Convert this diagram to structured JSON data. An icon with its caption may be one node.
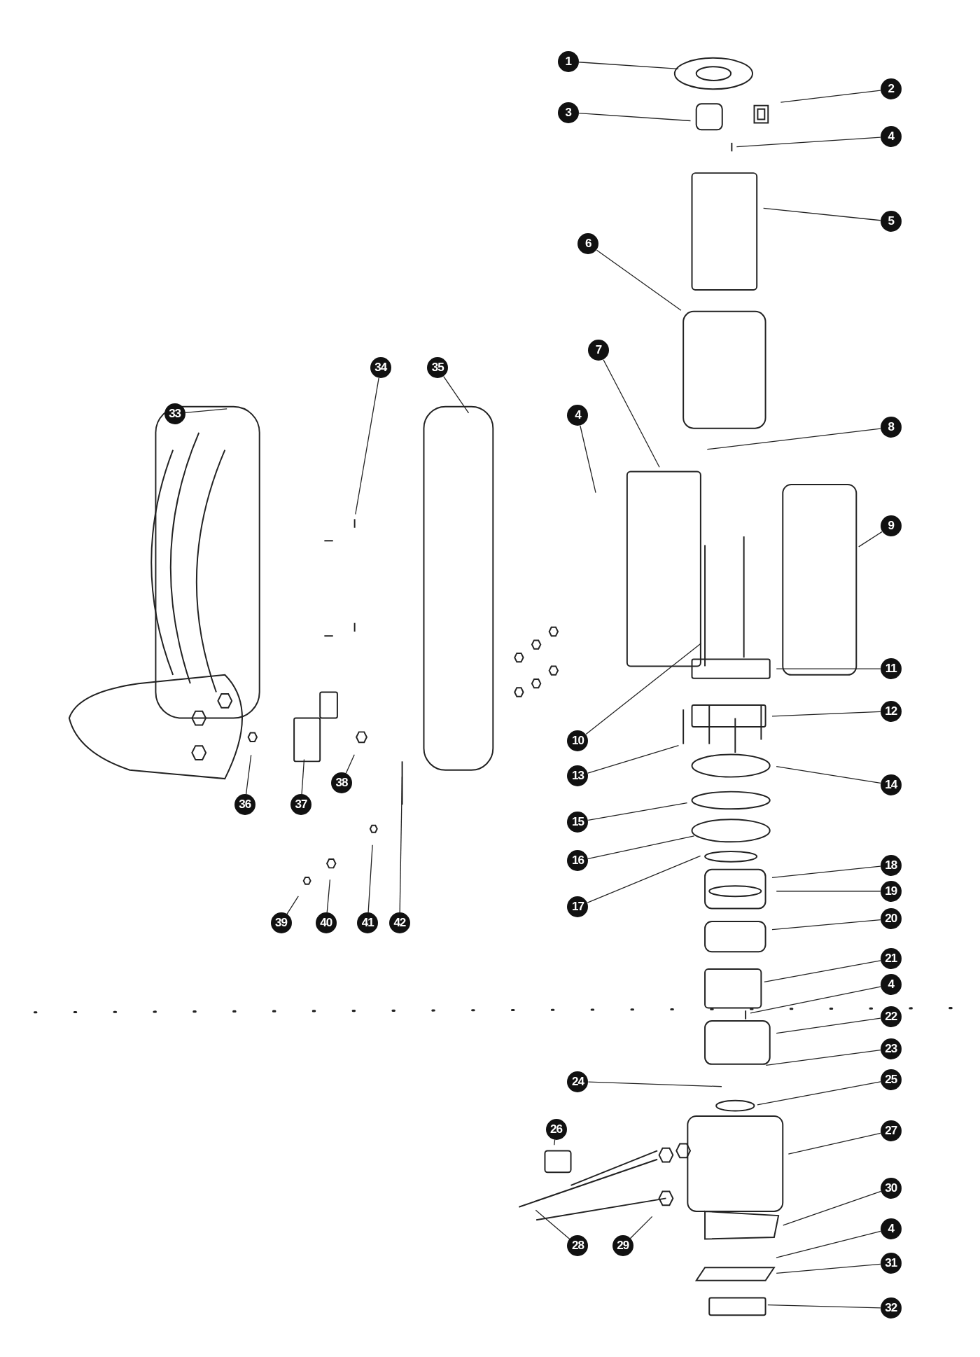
{
  "diagram": {
    "nodes": [
      {
        "text": [
          "1"
        ]
      },
      {
        "text": [
          "2"
        ]
      },
      {
        "text": [
          "3"
        ]
      },
      {
        "text": [
          "4"
        ]
      },
      {
        "text": [
          "5"
        ]
      },
      {
        "text": [
          "6"
        ]
      },
      {
        "text": [
          "33"
        ]
      },
      {
        "text": [
          "34"
        ]
      },
      {
        "text": [
          "35"
        ]
      },
      {
        "text": [
          "7"
        ]
      },
      {
        "text": [
          "4"
        ]
      },
      {
        "text": [
          "8"
        ]
      },
      {
        "text": [
          "9"
        ]
      },
      {
        "text": [
          "11"
        ]
      },
      {
        "text": [
          "12"
        ]
      },
      {
        "text": [
          "10"
        ]
      },
      {
        "text": [
          "13"
        ]
      },
      {
        "text": [
          "14"
        ]
      },
      {
        "text": [
          "38"
        ]
      },
      {
        "text": [
          "36"
        ]
      },
      {
        "text": [
          "37"
        ]
      },
      {
        "text": [
          "15"
        ]
      },
      {
        "text": [
          "16"
        ]
      },
      {
        "text": [
          "18"
        ]
      },
      {
        "text": [
          "17"
        ]
      },
      {
        "text": [
          "19"
        ]
      },
      {
        "text": [
          "20"
        ]
      },
      {
        "text": [
          "39"
        ]
      },
      {
        "text": [
          "40"
        ]
      },
      {
        "text": [
          "41"
        ]
      },
      {
        "text": [
          "42"
        ]
      },
      {
        "text": [
          "21"
        ]
      },
      {
        "text": [
          "4"
        ]
      },
      {
        "text": [
          "22"
        ]
      },
      {
        "text": [
          "23"
        ]
      },
      {
        "text": [
          "25"
        ]
      },
      {
        "text": [
          "24"
        ]
      },
      {
        "text": [
          "26"
        ]
      },
      {
        "text": [
          "27"
        ]
      },
      {
        "text": [
          "30"
        ]
      },
      {
        "text": [
          "4"
        ]
      },
      {
        "text": [
          "28"
        ]
      },
      {
        "text": [
          "29"
        ]
      },
      {
        "text": [
          "31"
        ]
      },
      {
        "text": [
          "32"
        ]
      }
    ],
    "edges": [
      {
        "from": 0,
        "to": null,
        "arrow": "none"
      },
      {
        "from": 1,
        "to": null,
        "arrow": "none"
      },
      {
        "from": 2,
        "to": null,
        "arrow": "none"
      },
      {
        "from": 3,
        "to": null,
        "arrow": "none"
      },
      {
        "from": 4,
        "to": null,
        "arrow": "none"
      },
      {
        "from": 5,
        "to": null,
        "arrow": "none"
      },
      {
        "from": 6,
        "to": null,
        "arrow": "none"
      },
      {
        "from": 7,
        "to": null,
        "arrow": "none"
      },
      {
        "from": 8,
        "to": null,
        "arrow": "none"
      },
      {
        "from": 9,
        "to": null,
        "arrow": "none"
      },
      {
        "from": 10,
        "to": null,
        "arrow": "none"
      },
      {
        "from": 11,
        "to": null,
        "arrow": "none"
      },
      {
        "from": 12,
        "to": null,
        "arrow": "none"
      },
      {
        "from": 13,
        "to": null,
        "arrow": "none"
      },
      {
        "from": 14,
        "to": null,
        "arrow": "none"
      },
      {
        "from": 15,
        "to": null,
        "arrow": "none"
      },
      {
        "from": 16,
        "to": null,
        "arrow": "none"
      },
      {
        "from": 17,
        "to": null,
        "arrow": "none"
      },
      {
        "from": 18,
        "to": null,
        "arrow": "none"
      },
      {
        "from": 19,
        "to": null,
        "arrow": "none"
      },
      {
        "from": 20,
        "to": null,
        "arrow": "none"
      },
      {
        "from": 21,
        "to": null,
        "arrow": "none"
      },
      {
        "from": 22,
        "to": null,
        "arrow": "none"
      },
      {
        "from": 23,
        "to": null,
        "arrow": "none"
      },
      {
        "from": 24,
        "to": null,
        "arrow": "none"
      },
      {
        "from": 25,
        "to": null,
        "arrow": "none"
      },
      {
        "from": 26,
        "to": null,
        "arrow": "none"
      },
      {
        "from": 27,
        "to": null,
        "arrow": "none"
      },
      {
        "from": 28,
        "to": null,
        "arrow": "none"
      },
      {
        "from": 29,
        "to": null,
        "arrow": "none"
      },
      {
        "from": 30,
        "to": null,
        "arrow": "none"
      },
      {
        "from": 31,
        "to": null,
        "arrow": "none"
      },
      {
        "from": 32,
        "to": null,
        "arrow": "none"
      },
      {
        "from": 33,
        "to": null,
        "arrow": "none"
      },
      {
        "from": 34,
        "to": null,
        "arrow": "none"
      },
      {
        "from": 35,
        "to": null,
        "arrow": "none"
      },
      {
        "from": 36,
        "to": null,
        "arrow": "none"
      },
      {
        "from": 37,
        "to": null,
        "arrow": "none"
      },
      {
        "from": 38,
        "to": null,
        "arrow": "none"
      },
      {
        "from": 39,
        "to": null,
        "arrow": "none"
      },
      {
        "from": 40,
        "to": null,
        "arrow": "none"
      },
      {
        "from": 41,
        "to": null,
        "arrow": "none"
      },
      {
        "from": 42,
        "to": null,
        "arrow": "none"
      },
      {
        "from": 43,
        "to": null,
        "arrow": "none"
      },
      {
        "from": 44,
        "to": null,
        "arrow": "none"
      }
    ]
  }
}
